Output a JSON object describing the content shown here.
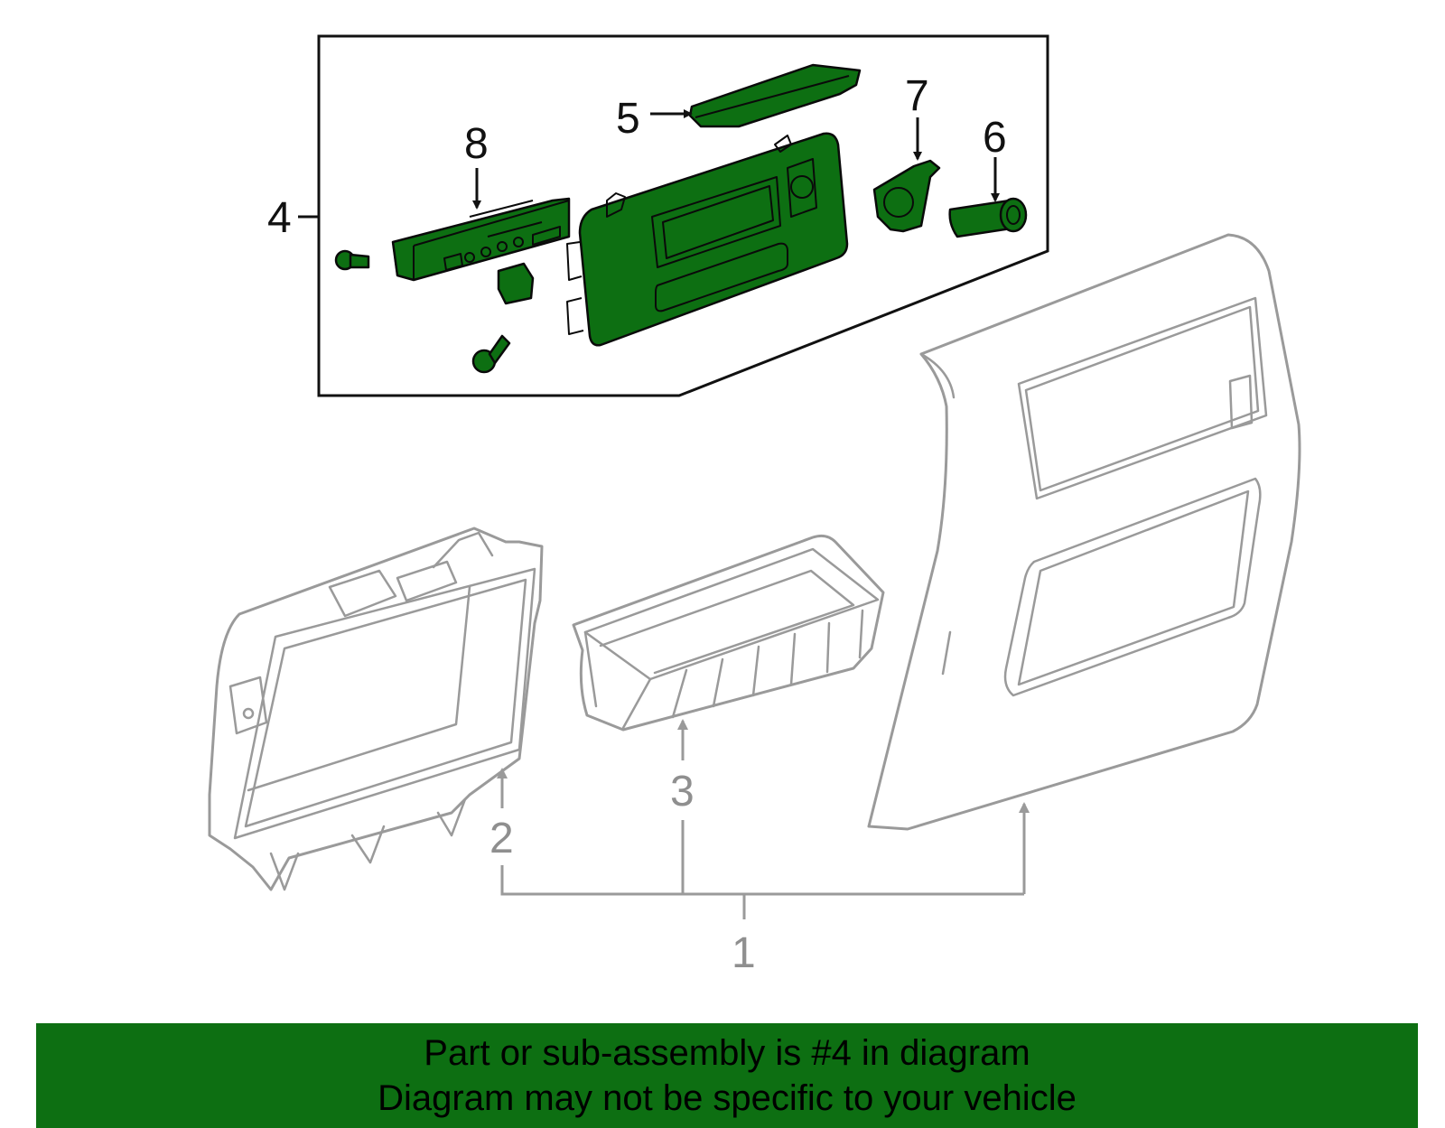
{
  "callouts": {
    "c1": "1",
    "c2": "2",
    "c3": "3",
    "c4": "4",
    "c5": "5",
    "c6": "6",
    "c7": "7",
    "c8": "8"
  },
  "banner": {
    "line1": "Part or sub-assembly is #4 in diagram",
    "line2": "Diagram may not be specific to your vehicle"
  },
  "colors": {
    "highlight_green": "#0d6f12",
    "outline_gray": "#9a9a9a",
    "outline_black": "#0a0a0a",
    "background": "#ffffff"
  }
}
